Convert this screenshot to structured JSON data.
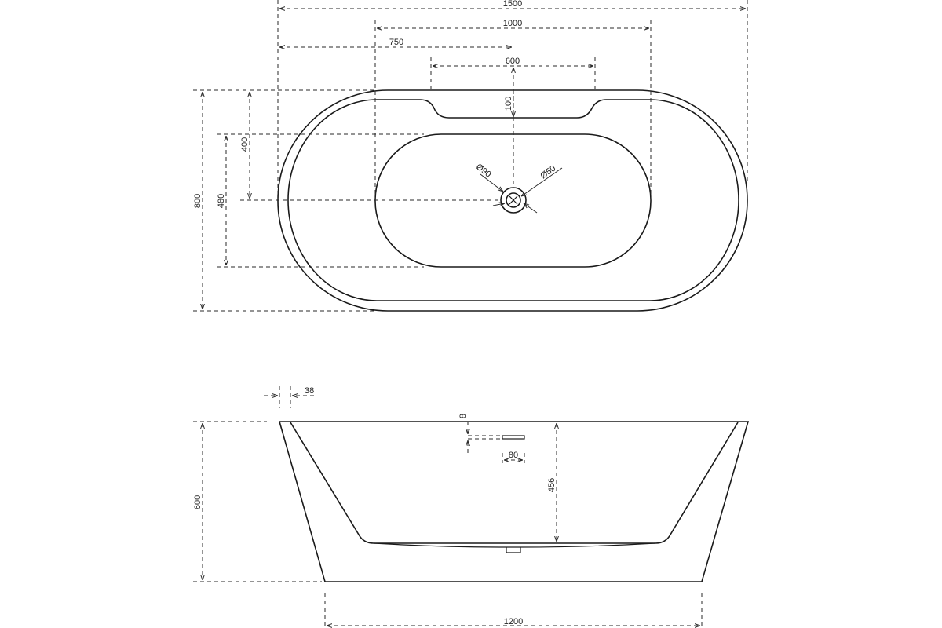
{
  "top_view": {
    "overall_length": "1500",
    "inner_span": "1000",
    "center_offset": "750",
    "overflow_span": "600",
    "overflow_depth": "100",
    "drain_offset": "400",
    "inner_width": "480",
    "overall_width": "800",
    "drain_outer": "Ø90",
    "drain_inner": "Ø50"
  },
  "side_view": {
    "rim_thickness": "38",
    "overflow_gap": "8",
    "overflow_length": "80",
    "inner_depth": "456",
    "overall_height": "600",
    "base_length": "1200"
  }
}
